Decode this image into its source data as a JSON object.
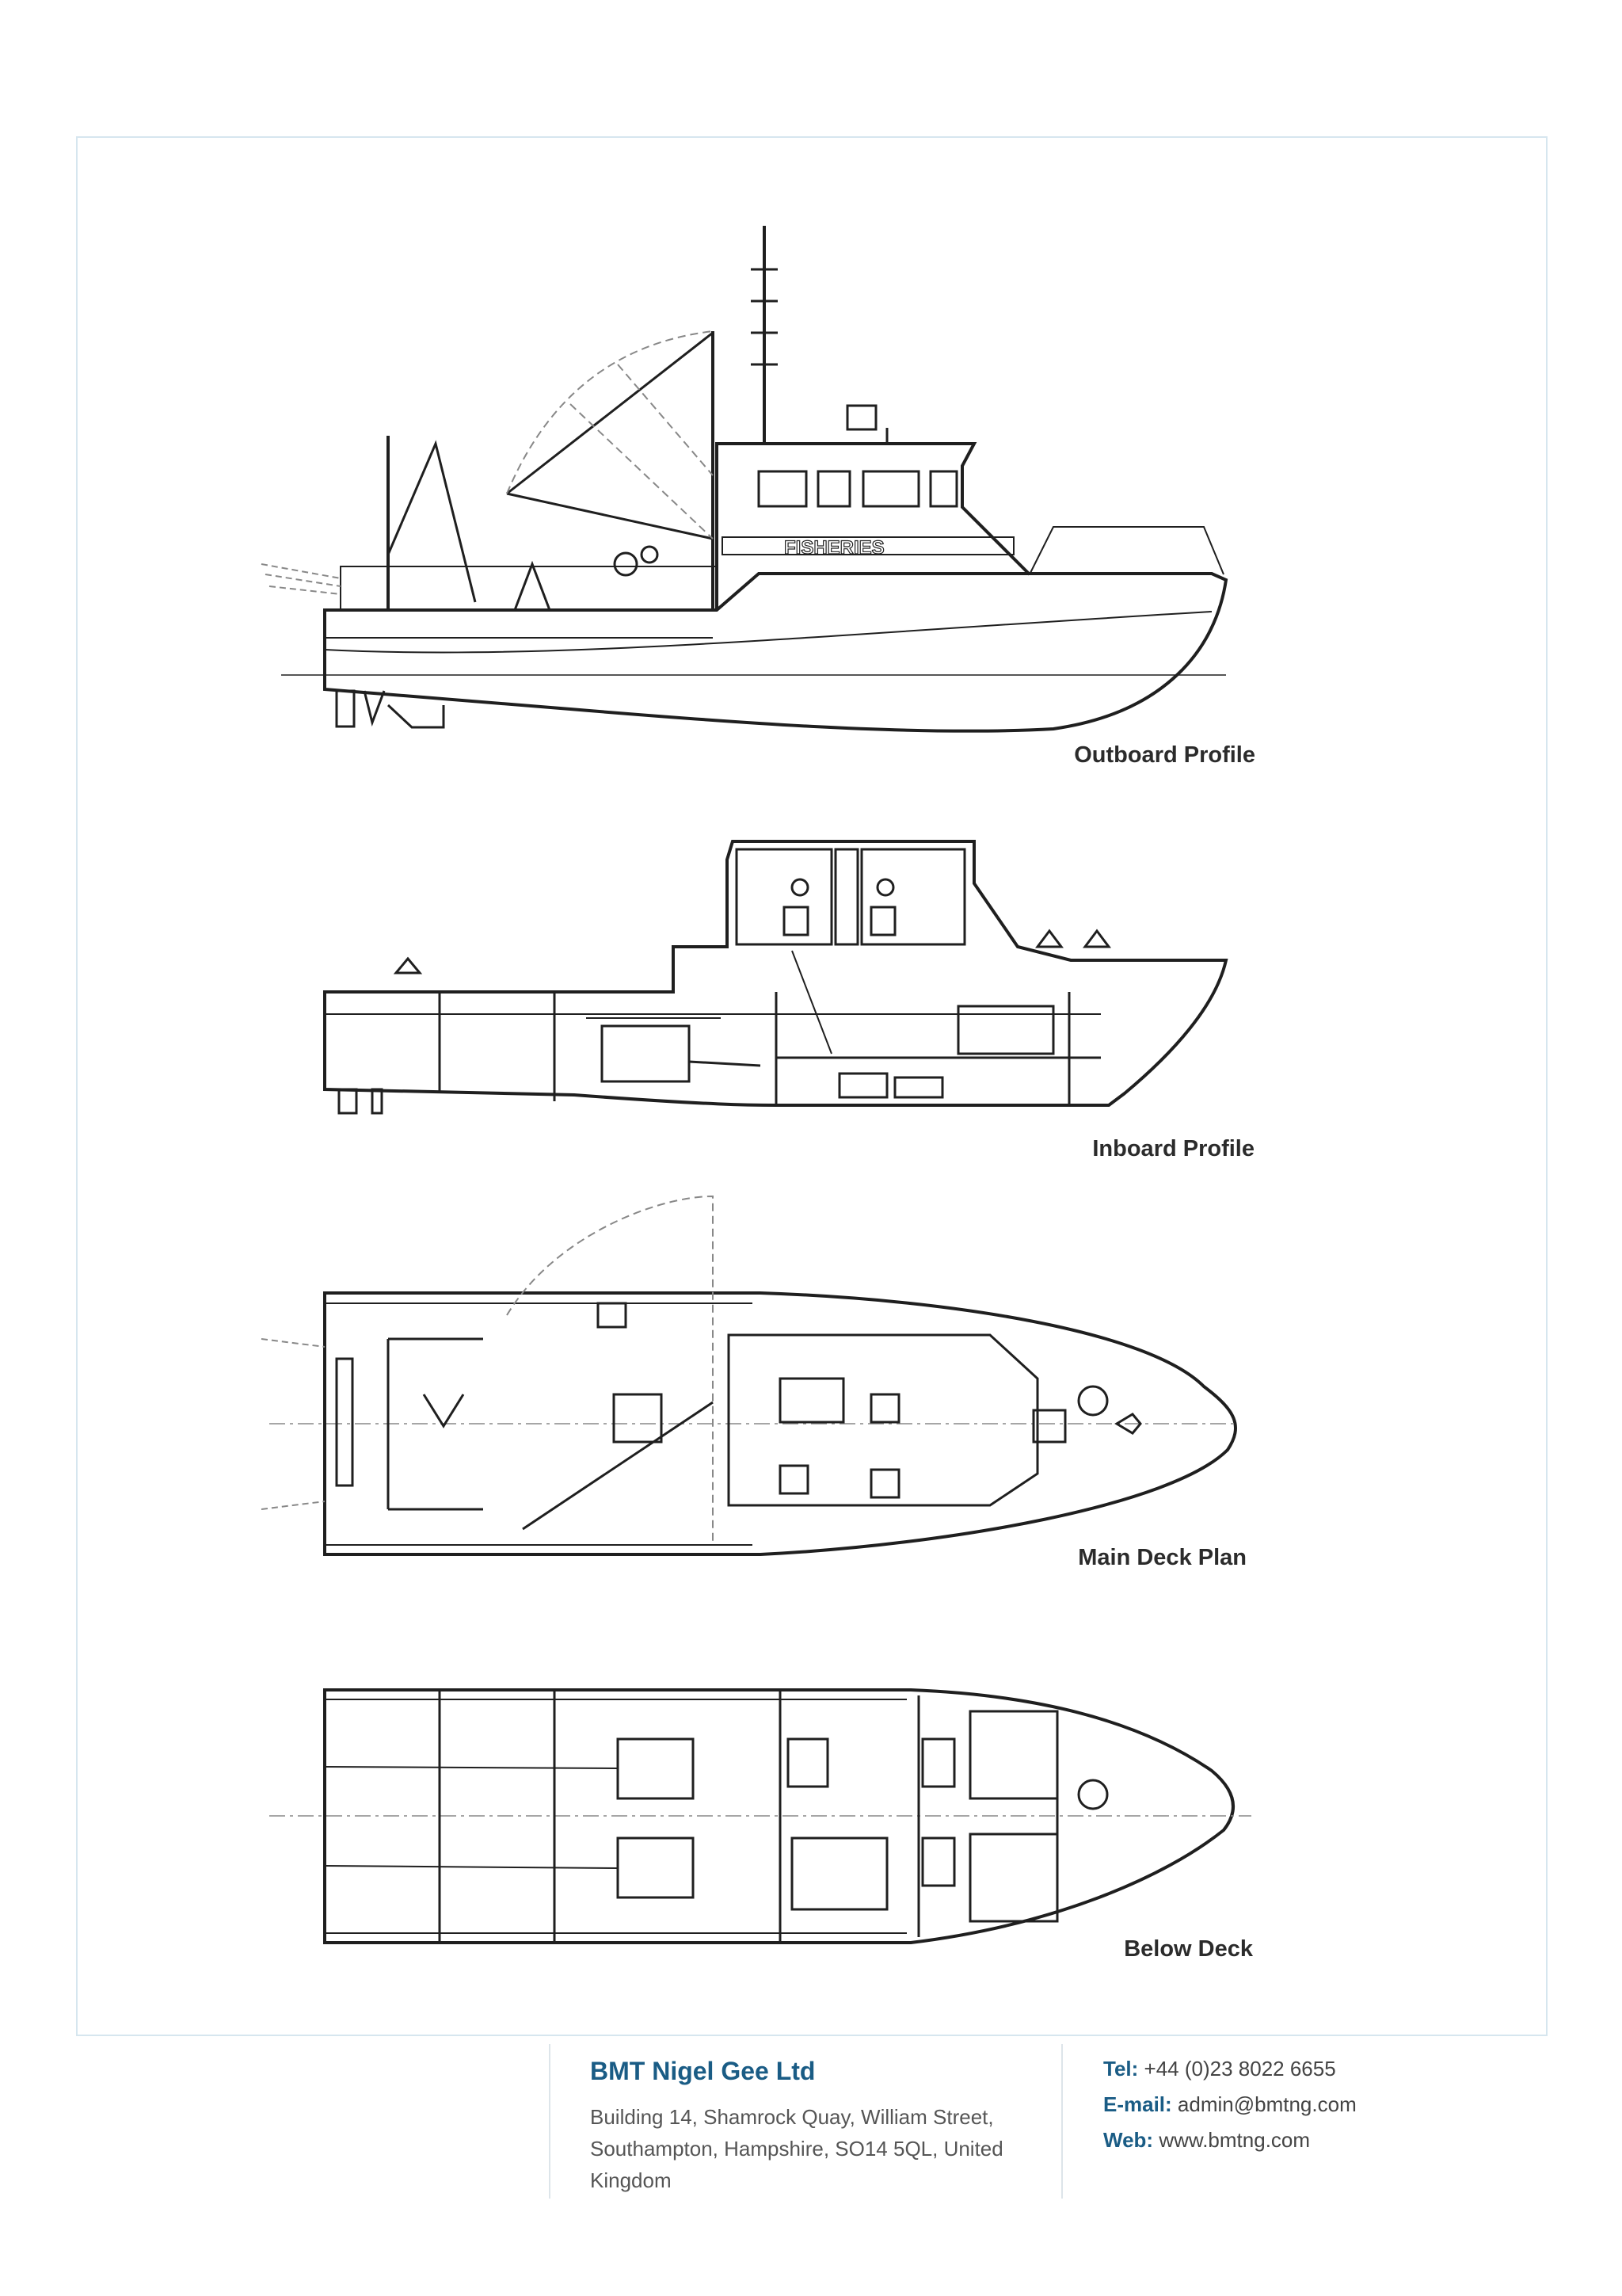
{
  "captions": {
    "outboard": "Outboard Profile",
    "inboard": "Inboard Profile",
    "main_deck": "Main Deck Plan",
    "below_deck": "Below Deck"
  },
  "hull_marking": "FISHERIES",
  "footer": {
    "company": "BMT Nigel Gee Ltd",
    "address": "Building 14, Shamrock Quay, William Street, Southampton, Hampshire, SO14 5QL, United Kingdom",
    "tel_label": "Tel:",
    "tel": "+44 (0)23 8022 6655",
    "email_label": "E-mail:",
    "email": "admin@bmtng.com",
    "web_label": "Web:",
    "web": "www.bmtng.com"
  },
  "colors": {
    "frame": "#d6e6ef",
    "accent": "#1a5c85",
    "line": "#1f1f1f"
  }
}
